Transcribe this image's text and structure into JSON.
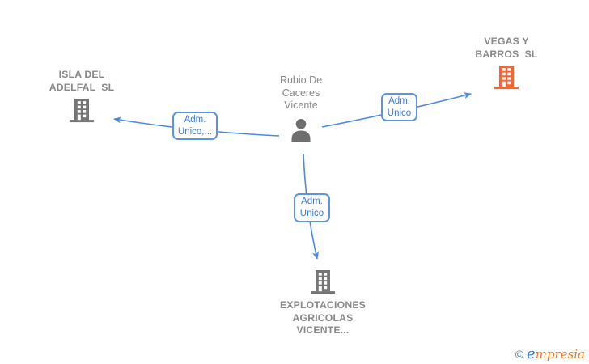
{
  "nodes": {
    "person": {
      "lines": [
        "Rubio De",
        "Caceres",
        "Vicente"
      ]
    },
    "company_left": {
      "lines": [
        "ISLA DEL",
        "ADELFAL  SL"
      ]
    },
    "company_top_right": {
      "lines": [
        "VEGAS Y",
        "BARROS  SL"
      ]
    },
    "company_bottom": {
      "lines": [
        "EXPLOTACIONES",
        "AGRICOLAS",
        "VICENTE..."
      ]
    }
  },
  "edges": {
    "to_company_left": {
      "label_lines": [
        "Adm.",
        "Unico,..."
      ]
    },
    "to_company_top_right": {
      "label_lines": [
        "Adm.",
        "Unico"
      ]
    },
    "to_company_bottom": {
      "label_lines": [
        "Adm.",
        "Unico"
      ]
    }
  },
  "colors": {
    "edge_blue": "#4d88e2",
    "edge_label_text": "#3a7bd8",
    "edge_label_border": "#5b94e6",
    "node_label_gray": "#888888",
    "building_gray": "#757575",
    "building_orange": "#f96332",
    "person_gray": "#6f6f6f",
    "background": "#ffffff"
  },
  "footer": {
    "copyright_symbol": "©",
    "brand_e": "e",
    "brand_rest": "mpresia"
  }
}
